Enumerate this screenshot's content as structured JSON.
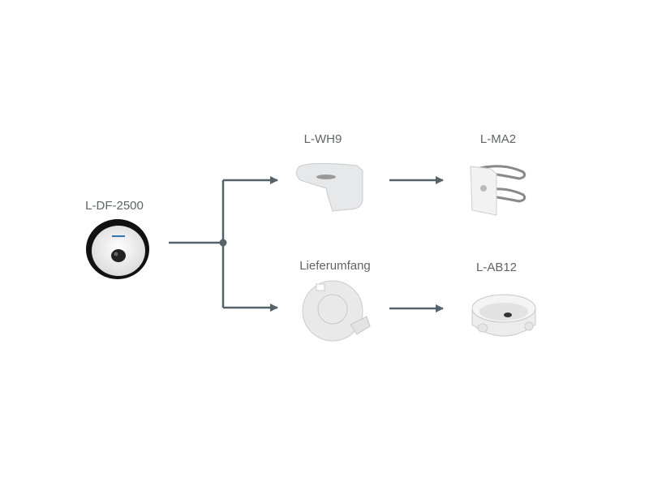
{
  "nodes": {
    "camera": {
      "label": "L-DF-2500"
    },
    "wall_mount": {
      "label": "L-WH9"
    },
    "pole_mount": {
      "label": "L-MA2"
    },
    "included_plate": {
      "label": "Lieferumfang"
    },
    "junction_box": {
      "label": "L-AB12"
    }
  },
  "colors": {
    "connector": "#56626a",
    "label": "#5f6468"
  }
}
